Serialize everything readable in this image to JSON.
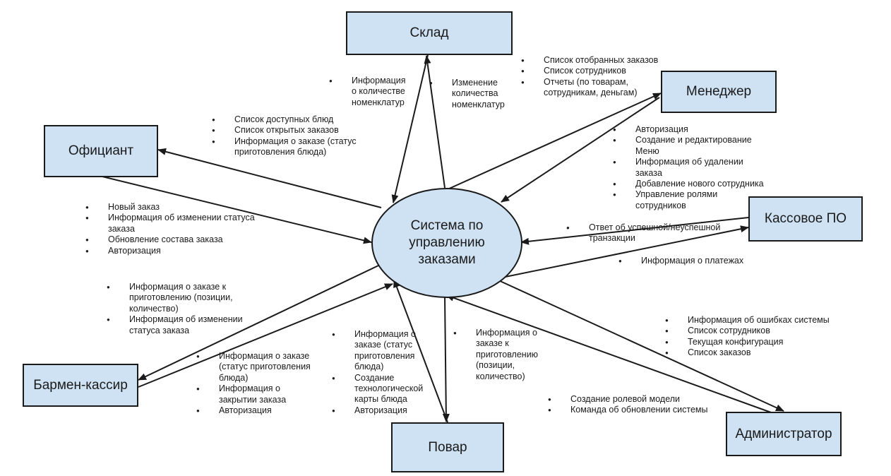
{
  "nodes": {
    "center": "Система по\nуправлению\nзаказами",
    "sklad": "Склад",
    "manager": "Менеджер",
    "oficiant": "Официант",
    "kassovoe": "Кассовое ПО",
    "barmen": "Бармен-кассир",
    "povar": "Повар",
    "admin": "Администратор"
  },
  "notes": {
    "sklad_out": [
      "Информация\nо количестве\nноменклатур"
    ],
    "sklad_in": [
      "Изменение\nколичества\nноменклатур"
    ],
    "manager_out": [
      "Список отобранных заказов",
      "Список сотрудников",
      "Отчеты (по товарам,\nсотрудникам, деньгам)"
    ],
    "manager_in": [
      "Авторизация",
      "Создание и редактирование\nМеню",
      "Информация об удалении\nзаказа",
      "Добавление нового сотрудника",
      "Управление ролями\nсотрудников"
    ],
    "oficiant_out": [
      "Список доступных блюд",
      "Список открытых заказов",
      "Информация о заказе (статус\nприготовления блюда)"
    ],
    "oficiant_in": [
      "Новый заказ",
      "Информация об изменении статуса\nзаказа",
      "Обновление состава заказа",
      "Авторизация"
    ],
    "kassovoe_out": [
      "Ответ об успешной/неуспешной\nтранзакции"
    ],
    "kassovoe_in": [
      "Информация о платежах"
    ],
    "barmen_out": [
      "Информация о заказе к\nприготовлению (позиции,\nколичество)",
      "Информация об изменении\nстатуса заказа"
    ],
    "barmen_in": [
      "Информация о заказе\n(статус приготовления\nблюда)",
      "Информация о\nзакрытии заказа",
      "Авторизация"
    ],
    "povar_in": [
      "Информация о\nзаказе (статус\nприготовления\nблюда)",
      "Создание\nтехнологической\nкарты блюда",
      "Авторизация"
    ],
    "povar_out": [
      "Информация о\nзаказе к\nприготовлению\n(позиции,\nколичество)"
    ],
    "admin_out": [
      "Информация об ошибках системы",
      "Список сотрудников",
      "Текущая конфигурация",
      "Список заказов"
    ],
    "admin_in": [
      "Создание ролевой модели",
      "Команда об обновлении системы"
    ]
  }
}
